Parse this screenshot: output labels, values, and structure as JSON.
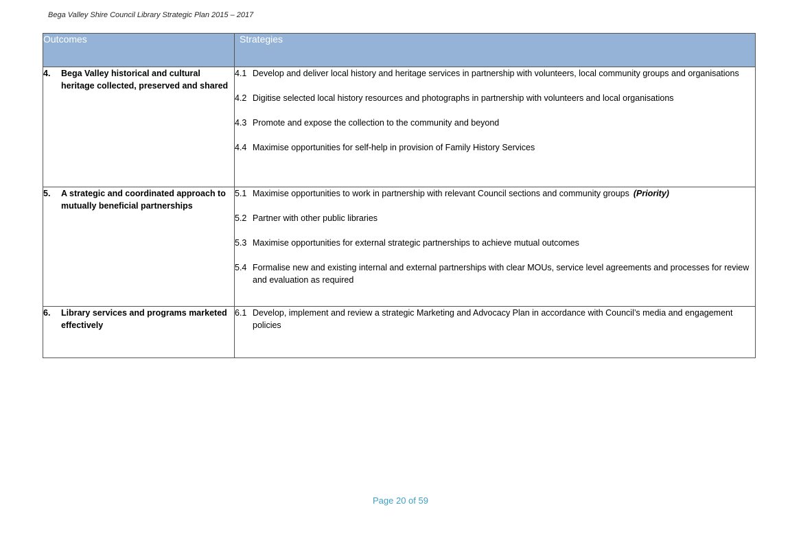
{
  "header": {
    "running_title": "Bega Valley Shire Council Library Strategic Plan 2015 – 2017"
  },
  "table": {
    "columns": [
      "Outcomes",
      "Strategies"
    ],
    "rows": [
      {
        "number": "4.",
        "outcome": "Bega Valley historical and cultural heritage collected, preserved  and shared",
        "strategies": [
          {
            "number": "4.1",
            "text": "Develop and deliver local history and heritage services in partnership with volunteers, local community groups and organisations"
          },
          {
            "number": "4.2",
            "text": "Digitise selected local history resources and photographs in partnership with volunteers and local organisations"
          },
          {
            "number": "4.3",
            "text": "Promote and expose the collection to the community and beyond"
          },
          {
            "number": "4.4",
            "text": "Maximise opportunities for self-help in provision of Family History Services"
          }
        ]
      },
      {
        "number": "5.",
        "outcome": "A strategic and coordinated approach to mutually beneficial partnerships",
        "strategies": [
          {
            "number": "5.1",
            "text": "Maximise opportunities to work in partnership with relevant Council sections and community groups",
            "note": "(Priority)"
          },
          {
            "number": "5.2",
            "text": "Partner with other public libraries"
          },
          {
            "number": "5.3",
            "text": "Maximise opportunities for external strategic partnerships to achieve mutual outcomes"
          },
          {
            "number": "5.4",
            "text": "Formalise new and existing internal and external partnerships with clear MOUs, service  level agreements and processes for review and evaluation as required"
          }
        ]
      },
      {
        "number": "6.",
        "outcome": "Library services and programs marketed effectively",
        "strategies": [
          {
            "number": "6.1",
            "text": "Develop, implement and review a strategic Marketing and Advocacy Plan in accordance with Council’s media and engagement policies"
          }
        ]
      }
    ]
  },
  "footer": {
    "page_label": "Page 20 of 59"
  },
  "colors": {
    "header_fill": "#95b3d7",
    "header_text": "#ffffff",
    "footer_text": "#3fa0c6"
  }
}
